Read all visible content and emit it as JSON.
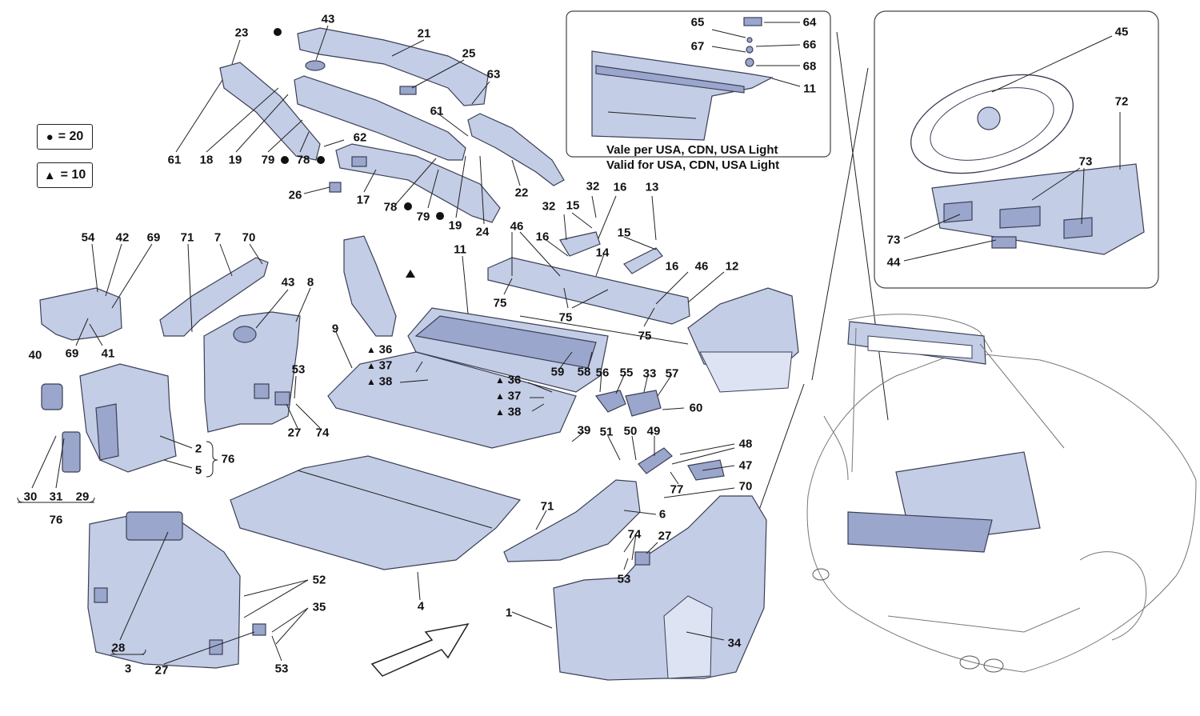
{
  "legend": {
    "circle": {
      "symbol": "●",
      "value": "= 20"
    },
    "triangle": {
      "symbol": "▲",
      "value": "= 10"
    }
  },
  "inset_usa": {
    "note_it": "Vale per USA, CDN, USA Light",
    "note_en": "Valid for USA, CDN, USA Light",
    "labels": [
      "65",
      "64",
      "67",
      "66",
      "68",
      "11"
    ]
  },
  "inset_spare": {
    "labels": [
      "45",
      "72",
      "73",
      "73",
      "44"
    ]
  },
  "labels": {
    "l23": "23",
    "l43a": "43",
    "l21": "21",
    "l25": "25",
    "l63": "63",
    "l61a": "61",
    "l61b": "61",
    "l18": "18",
    "l19a": "19",
    "l79a": "79",
    "l78a": "78",
    "l62": "62",
    "l26": "26",
    "l17": "17",
    "l78b": "78",
    "l79b": "79",
    "l19b": "19",
    "l24": "24",
    "l22": "22",
    "l32a": "32",
    "l16a": "16",
    "l13": "13",
    "l32b": "32",
    "l15a": "15",
    "l46a": "46",
    "l16b": "16",
    "l15b": "15",
    "l14": "14",
    "l16c": "16",
    "l46b": "46",
    "l12": "12",
    "l11": "11",
    "l75a": "75",
    "l75b": "75",
    "l75c": "75",
    "l54": "54",
    "l42": "42",
    "l69a": "69",
    "l71a": "71",
    "l7": "7",
    "l70a": "70",
    "l43b": "43",
    "l8": "8",
    "l69b": "69",
    "l41": "41",
    "l40": "40",
    "l53a": "53",
    "l27a": "27",
    "l74a": "74",
    "l2": "2",
    "l5": "5",
    "l76a": "76",
    "l30": "30",
    "l31": "31",
    "l29": "29",
    "l76b": "76",
    "l9": "9",
    "l36a": "36",
    "l37a": "37",
    "l38a": "38",
    "l36b": "36",
    "l37b": "37",
    "l38b": "38",
    "l59": "59",
    "l58": "58",
    "l56": "56",
    "l55": "55",
    "l33": "33",
    "l57": "57",
    "l60": "60",
    "l39": "39",
    "l51": "51",
    "l50": "50",
    "l49": "49",
    "l48": "48",
    "l47": "47",
    "l77": "77",
    "l70b": "70",
    "l6": "6",
    "l71b": "71",
    "l74b": "74",
    "l27b": "27",
    "l53b": "53",
    "l1": "1",
    "l34": "34",
    "l4": "4",
    "l52": "52",
    "l35": "35",
    "l28": "28",
    "l3": "3",
    "l27c": "27",
    "l53c": "53"
  },
  "colors": {
    "part_fill": "#c4cde6",
    "part_fill_dark": "#9aa6cc",
    "part_stroke": "#3a3f55",
    "line": "#222222"
  }
}
